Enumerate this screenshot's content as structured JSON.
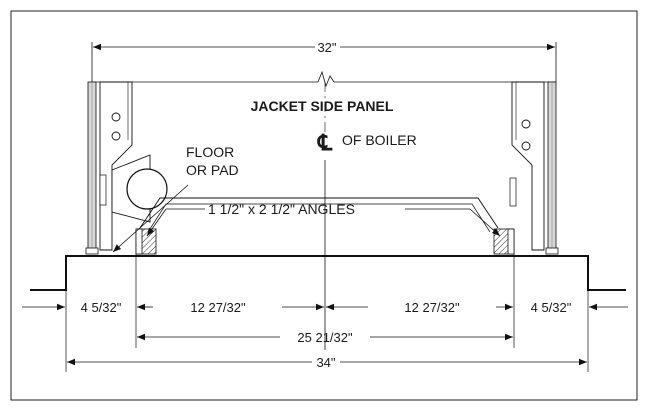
{
  "labels": {
    "width_top": "32\"",
    "panel": "JACKET SIDE PANEL",
    "centerline_symbol": "℄",
    "centerline_text": "OF BOILER",
    "floor_line1": "FLOOR",
    "floor_line2": "OR PAD",
    "angles": "1 1/2\" x 2 1/2\" ANGLES"
  },
  "dimensions": {
    "left_offset": "4 5/32\"",
    "left_inner": "12 27/32\"",
    "right_inner": "12 27/32\"",
    "right_offset": "4 5/32\"",
    "between_angles": "25 21/32\"",
    "overall": "34\""
  }
}
